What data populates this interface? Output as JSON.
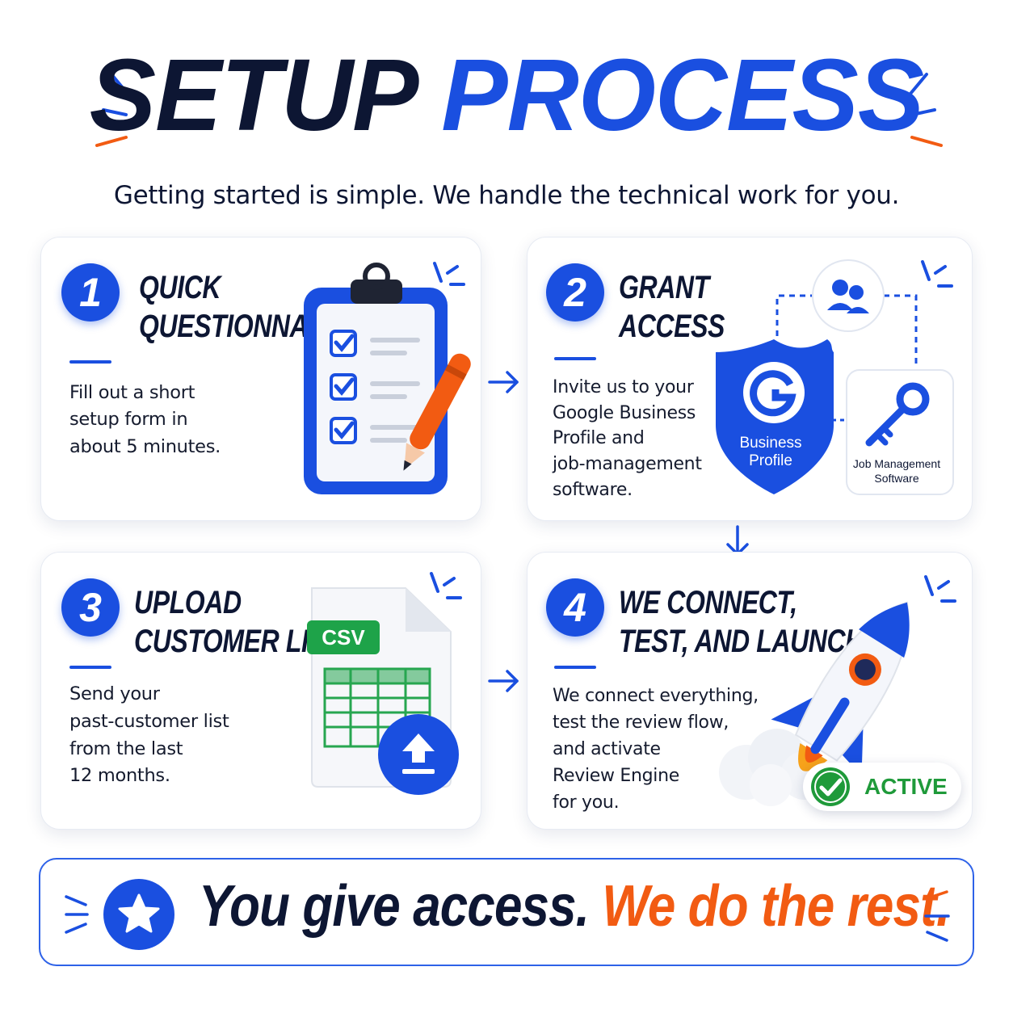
{
  "title": {
    "word1": "SETUP",
    "word2": "PROCESS"
  },
  "subtitle": "Getting started is simple. We handle the technical work for you.",
  "steps": [
    {
      "number": "1",
      "heading_line1": "QUICK",
      "heading_line2": "QUESTIONNAIRE",
      "desc_lines": [
        "Fill out a short",
        "setup form in",
        "about 5 minutes."
      ],
      "icon": "clipboard-checklist-icon"
    },
    {
      "number": "2",
      "heading_line1": "GRANT",
      "heading_line2": "ACCESS",
      "desc_lines": [
        "Invite us to your",
        "Google Business",
        "Profile and",
        "job-management",
        "software."
      ],
      "shield_letter": "G",
      "shield_label_line1": "Business",
      "shield_label_line2": "Profile",
      "key_label_line1": "Job Management",
      "key_label_line2": "Software",
      "icon": "shield-key-access-icon"
    },
    {
      "number": "3",
      "heading_line1": "UPLOAD",
      "heading_line2": "CUSTOMER LIST",
      "desc_lines": [
        "Send your",
        "past-customer list",
        "from the last",
        "12 months."
      ],
      "csv_label": "CSV",
      "icon": "csv-file-upload-icon"
    },
    {
      "number": "4",
      "heading_line1": "WE CONNECT,",
      "heading_line2": "TEST, AND LAUNCH",
      "desc_lines": [
        "We connect everything,",
        "test the review flow,",
        "and activate",
        "Review Engine",
        "for you."
      ],
      "status_label": "ACTIVE",
      "icon": "rocket-icon"
    }
  ],
  "banner": {
    "part1": "You give access.",
    "part2": "We do the rest."
  },
  "colors": {
    "navy": "#0d1633",
    "blue": "#1a4fe0",
    "orange": "#f25b12",
    "green": "#1f9a3a"
  }
}
